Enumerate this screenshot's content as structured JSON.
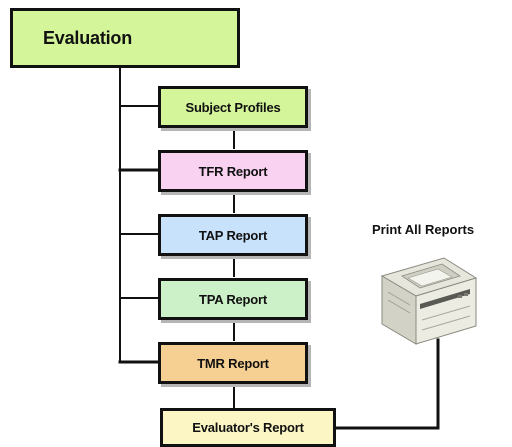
{
  "diagram": {
    "root": {
      "label": "Evaluation",
      "color": "#d4f59a"
    },
    "reports": [
      {
        "label": "Subject Profiles",
        "color": "#d4f59a"
      },
      {
        "label": "TFR Report",
        "color": "#f9d2f2"
      },
      {
        "label": "TAP Report",
        "color": "#c8e2fb"
      },
      {
        "label": "TPA Report",
        "color": "#ccf0c8"
      },
      {
        "label": "TMR Report",
        "color": "#f6cf92"
      },
      {
        "label": "Evaluator's Report",
        "color": "#fbf6c4"
      }
    ],
    "printer": {
      "label": "Print All Reports",
      "icon": "printer-icon"
    }
  }
}
